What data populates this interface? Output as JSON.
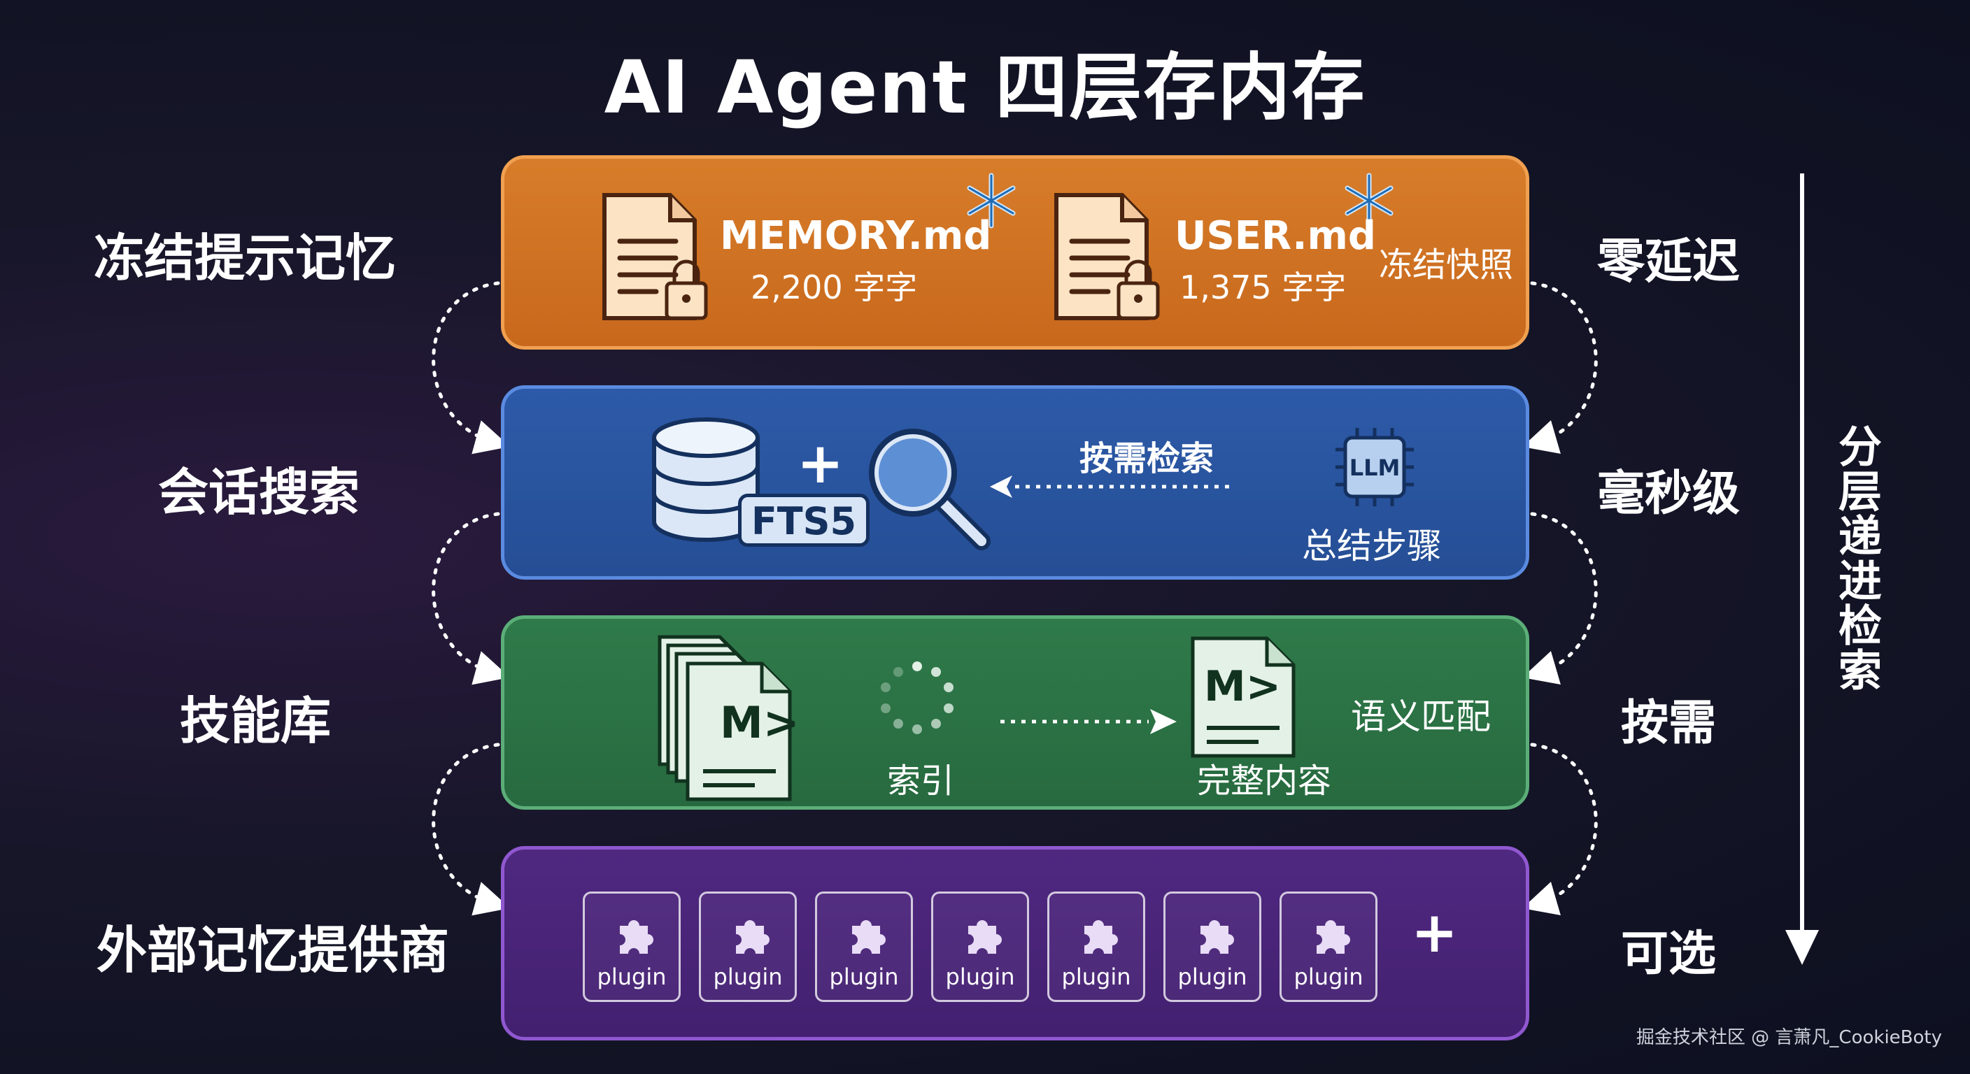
{
  "title": "AI Agent 四层存内存",
  "layers": [
    {
      "left": "冻结提示记忆",
      "right": "零延迟"
    },
    {
      "left": "会话搜索",
      "right": "毫秒级"
    },
    {
      "left": "技能库",
      "right": "按需"
    },
    {
      "left": "外部记忆提供商",
      "right": "可选"
    }
  ],
  "layer1": {
    "file1_name": "MEMORY.md",
    "file1_size": "2,200 字字",
    "file2_name": "USER.md",
    "file2_size": "1,375 字字",
    "snapshot": "冻结快照"
  },
  "layer2": {
    "plus": "+",
    "fts": "FTS5",
    "on_demand": "按需检索",
    "llm": "LLM",
    "summary": "总结步骤"
  },
  "layer3": {
    "md_glyph": "M>",
    "index": "索引",
    "semantic": "语义匹配",
    "full": "完整内容"
  },
  "layer4": {
    "plugins": [
      "plugin",
      "plugin",
      "plugin",
      "plugin",
      "plugin",
      "plugin",
      "plugin"
    ],
    "plus": "+"
  },
  "side_label": "分层递进检索",
  "footer": "掘金技术社区 @ 言萧凡_CookieBoty",
  "colors": {
    "layer1": "#d0731f",
    "layer2": "#2a55a2",
    "layer3": "#2c7446",
    "layer4": "#4a2478"
  },
  "icons": [
    "locked-file-icon",
    "snowflake-icon",
    "database-icon",
    "magnifier-icon",
    "llm-chip-icon",
    "markdown-file-icon",
    "loading-spinner-icon",
    "puzzle-icon",
    "down-arrow-icon"
  ]
}
